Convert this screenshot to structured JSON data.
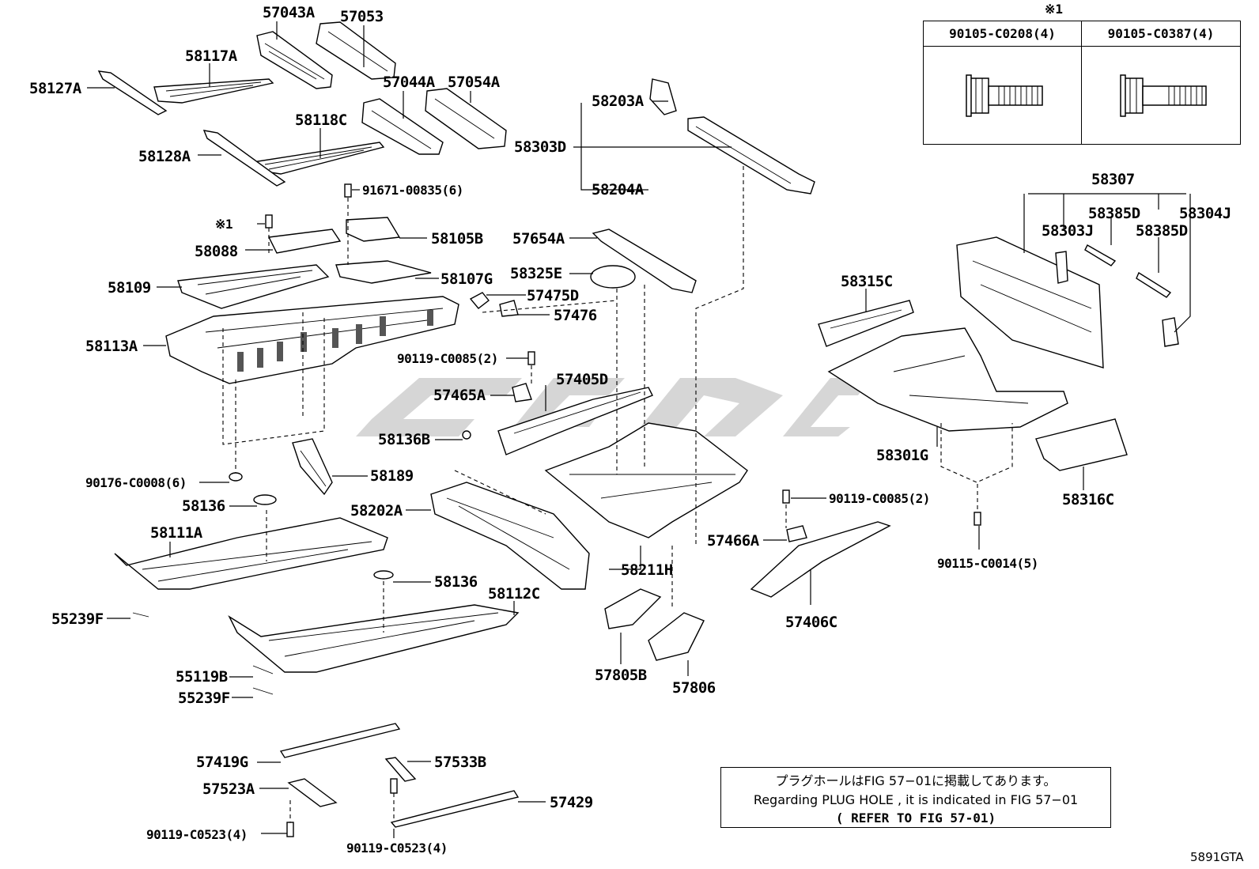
{
  "labels": [
    {
      "id": "l1",
      "text": "57043A"
    },
    {
      "id": "l2",
      "text": "57053"
    },
    {
      "id": "l3",
      "text": "58117A"
    },
    {
      "id": "l4",
      "text": "58127A"
    },
    {
      "id": "l5",
      "text": "57044A"
    },
    {
      "id": "l6",
      "text": "57054A"
    },
    {
      "id": "l7",
      "text": "58118C"
    },
    {
      "id": "l8",
      "text": "58128A"
    },
    {
      "id": "l9",
      "text": "91671-00835(6)"
    },
    {
      "id": "l10",
      "text": "※1"
    },
    {
      "id": "l11",
      "text": "58105B"
    },
    {
      "id": "l12",
      "text": "58088"
    },
    {
      "id": "l13",
      "text": "58107G"
    },
    {
      "id": "l14",
      "text": "58109"
    },
    {
      "id": "l15",
      "text": "58113A"
    },
    {
      "id": "l16",
      "text": "58203A"
    },
    {
      "id": "l17",
      "text": "58303D"
    },
    {
      "id": "l18",
      "text": "58204A"
    },
    {
      "id": "l19",
      "text": "57654A"
    },
    {
      "id": "l20",
      "text": "58325E"
    },
    {
      "id": "l21",
      "text": "57475D"
    },
    {
      "id": "l22",
      "text": "57476"
    },
    {
      "id": "l23",
      "text": "90119-C0085(2)"
    },
    {
      "id": "l24",
      "text": "57405D"
    },
    {
      "id": "l25",
      "text": "57465A"
    },
    {
      "id": "l26",
      "text": "58136B"
    },
    {
      "id": "l27",
      "text": "58189"
    },
    {
      "id": "l28",
      "text": "90176-C0008(6)"
    },
    {
      "id": "l29",
      "text": "58136"
    },
    {
      "id": "l30",
      "text": "58202A"
    },
    {
      "id": "l31",
      "text": "58111A"
    },
    {
      "id": "l32",
      "text": "58211H"
    },
    {
      "id": "l33",
      "text": "58136"
    },
    {
      "id": "l34",
      "text": "58112C"
    },
    {
      "id": "l35",
      "text": "55239F"
    },
    {
      "id": "l36",
      "text": "55119B"
    },
    {
      "id": "l37",
      "text": "55239F"
    },
    {
      "id": "l38",
      "text": "57805B"
    },
    {
      "id": "l39",
      "text": "57806"
    },
    {
      "id": "l40",
      "text": "58307"
    },
    {
      "id": "l41",
      "text": "58385D"
    },
    {
      "id": "l42",
      "text": "58304J"
    },
    {
      "id": "l43",
      "text": "58303J"
    },
    {
      "id": "l44",
      "text": "58385D"
    },
    {
      "id": "l45",
      "text": "58315C"
    },
    {
      "id": "l46",
      "text": "58301G"
    },
    {
      "id": "l47",
      "text": "58316C"
    },
    {
      "id": "l48",
      "text": "90119-C0085(2)"
    },
    {
      "id": "l49",
      "text": "57466A"
    },
    {
      "id": "l50",
      "text": "90115-C0014(5)"
    },
    {
      "id": "l51",
      "text": "57406C"
    },
    {
      "id": "l52",
      "text": "57419G"
    },
    {
      "id": "l53",
      "text": "57533B"
    },
    {
      "id": "l54",
      "text": "57523A"
    },
    {
      "id": "l55",
      "text": "57429"
    },
    {
      "id": "l56",
      "text": "90119-C0523(4)"
    },
    {
      "id": "l57",
      "text": "90119-C0523(4)"
    }
  ],
  "bolt_table": {
    "note_mark": "※1",
    "col1": "90105-C0208(4)",
    "col2": "90105-C0387(4)"
  },
  "plug_note": {
    "line1": "プラグホールはFIG 57−01に掲載してあります。",
    "line2": "Regarding  PLUG  HOLE , it is indicated in FIG  57−01",
    "line3": "( REFER TO FIG 57-01)"
  },
  "diagram_code": "5891GTA"
}
